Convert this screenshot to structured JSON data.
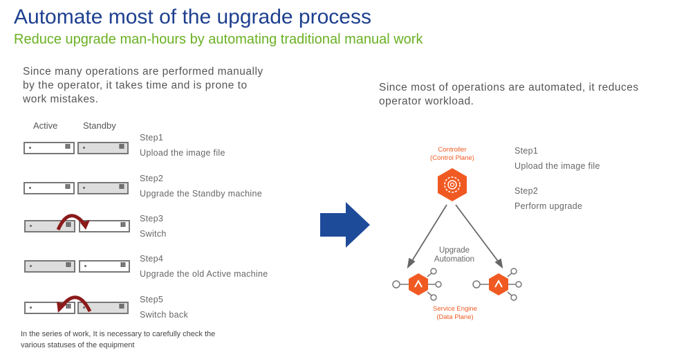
{
  "title": "Automate most of the upgrade process",
  "subtitle": "Reduce upgrade man-hours by automating traditional manual work",
  "left": {
    "intro": "Since many operations are performed manually by the operator, it takes time and is prone to work mistakes.",
    "col_active": "Active",
    "col_standby": "Standby",
    "steps": [
      {
        "name": "Step1",
        "desc": "Upload the image file"
      },
      {
        "name": "Step2",
        "desc": "Upgrade the Standby machine"
      },
      {
        "name": "Step3",
        "desc": "Switch"
      },
      {
        "name": "Step4",
        "desc": "Upgrade the old Active machine"
      },
      {
        "name": "Step5",
        "desc": "Switch back"
      }
    ],
    "note": "In the series of work, It is necessary to carefully check the various statuses of the equipment"
  },
  "right": {
    "intro": "Since most of operations are automated, it reduces operator workload.",
    "controller": "Controller",
    "controller_sub": "(Control Plane)",
    "automation": "Upgrade Automation",
    "engine": "Service Engine",
    "engine_sub": "(Data Plane)",
    "steps": [
      {
        "name": "Step1",
        "desc": "Upload the image file"
      },
      {
        "name": "Step2",
        "desc": "Perform upgrade"
      }
    ]
  },
  "colors": {
    "title": "#1d3f8f",
    "subtitle": "#6ab023",
    "orange": "#f05a22",
    "arrow": "#1e4a9a",
    "switch_arc": "#8b1a1a"
  }
}
